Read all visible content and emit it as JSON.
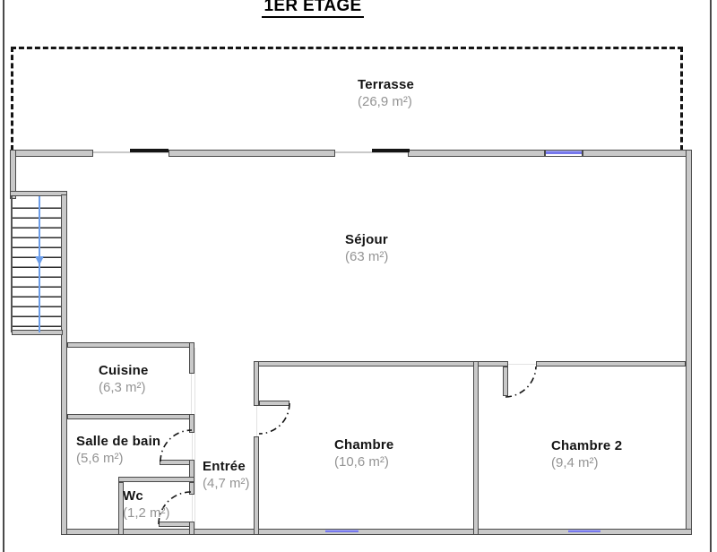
{
  "title": "1ER ETAGE",
  "rooms": {
    "terrasse": {
      "name": "Terrasse",
      "area": "(26,9 m²)"
    },
    "sejour": {
      "name": "Séjour",
      "area": "(63 m²)"
    },
    "cuisine": {
      "name": "Cuisine",
      "area": "(6,3 m²)"
    },
    "salle_de_bain": {
      "name": "Salle de bain",
      "area": "(5,6 m²)"
    },
    "wc": {
      "name": "Wc",
      "area": "(1,2 m²)"
    },
    "entree": {
      "name": "Entrée",
      "area": "(4,7 m²)"
    },
    "chambre": {
      "name": "Chambre",
      "area": "(10,6 m²)"
    },
    "chambre2": {
      "name": "Chambre 2",
      "area": "(9,4 m²)"
    }
  },
  "colors": {
    "wall_fill": "#c9c9c9",
    "wall_stroke": "#4a4a4a",
    "window_blue": "#7678ec",
    "stair_blue": "#6d9eea",
    "room_name": "#141414",
    "room_area": "#949494",
    "bay_black": "#141414"
  }
}
